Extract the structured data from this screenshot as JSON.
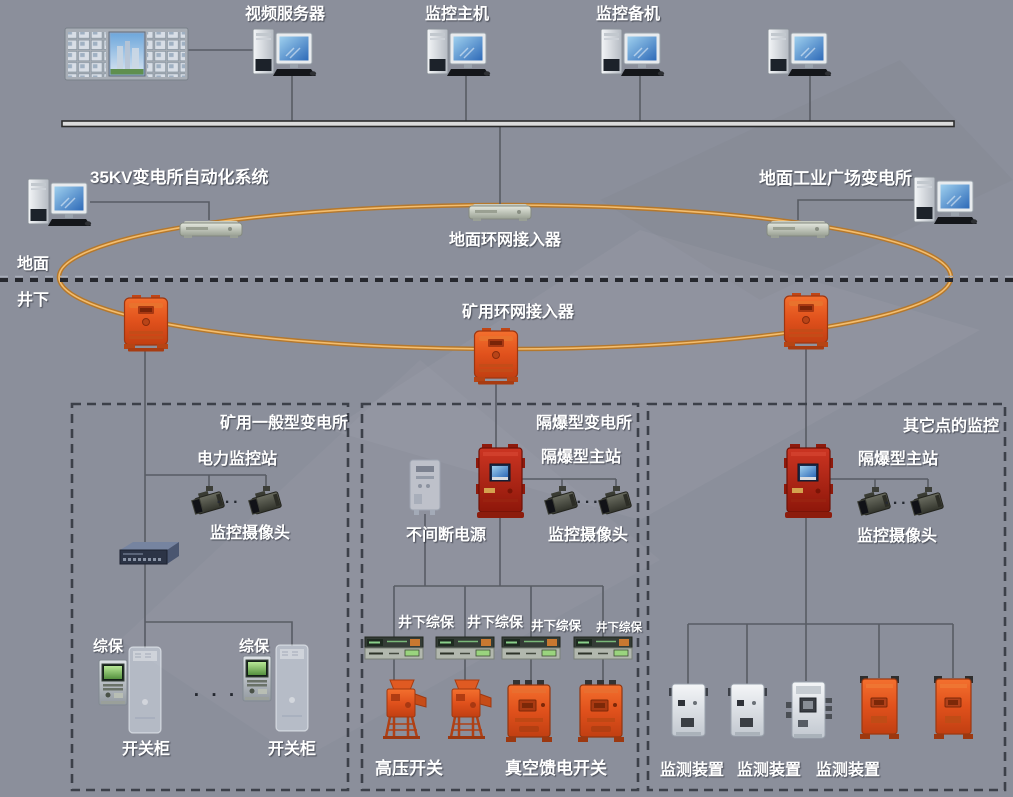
{
  "top_row": {
    "video_server": "视频服务器",
    "monitor_host": "监控主机",
    "monitor_backup": "监控备机"
  },
  "surface": {
    "kv35_system": "35KV变电所自动化系统",
    "plaza_substation": "地面工业广场变电所",
    "ground_ring_access": "地面环网接入器",
    "mine_ring_access": "矿用环网接入器",
    "ground_label": "地面",
    "underground_label": "井下"
  },
  "general_substation_box": {
    "title": "矿用一般型变电所",
    "power_monitor_station": "电力监控站",
    "camera_label": "监控摄像头",
    "camera_ellipsis": "···",
    "protection1": "综保",
    "protection2": "综保",
    "group_ellipsis": "· · ·",
    "cabinet1": "开关柜",
    "cabinet2": "开关柜"
  },
  "explosion_proof_box": {
    "title": "隔爆型变电所",
    "main_station": "隔爆型主站",
    "ups": "不间断电源",
    "camera_label": "监控摄像头",
    "camera_ellipsis": "···",
    "underground_protection": [
      "井下综保",
      "井下综保",
      "井下综保",
      "井下综保"
    ],
    "hv_switch": "高压开关",
    "vacuum_feeder": "真空馈电开关"
  },
  "other_points_box": {
    "title": "其它点的监控",
    "main_station": "隔爆型主站",
    "camera_label": "监控摄像头",
    "camera_ellipsis": "···",
    "monitor_devices": [
      "监测装置",
      "监测装置",
      "监测装置"
    ]
  },
  "colors": {
    "background": "#8b8f9b",
    "ring_cable": "#b5782c",
    "ring_cable_highlight": "#f3bd6e",
    "device_orange": "#e0511c",
    "device_red": "#b02515",
    "dashed_border": "#3c4049"
  }
}
